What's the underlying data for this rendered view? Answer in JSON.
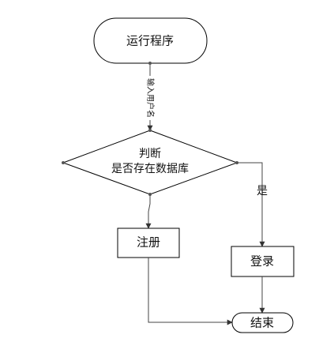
{
  "diagram": {
    "start_node": {
      "label": "运行程序"
    },
    "input_edge": {
      "label": "输入用户名"
    },
    "decision": {
      "line1": "判断",
      "line2": "是否存在数据库"
    },
    "yes_edge": {
      "label": "是"
    },
    "register_node": {
      "label": "注册"
    },
    "login_node": {
      "label": "登录"
    },
    "end_node": {
      "label": "结束"
    }
  }
}
